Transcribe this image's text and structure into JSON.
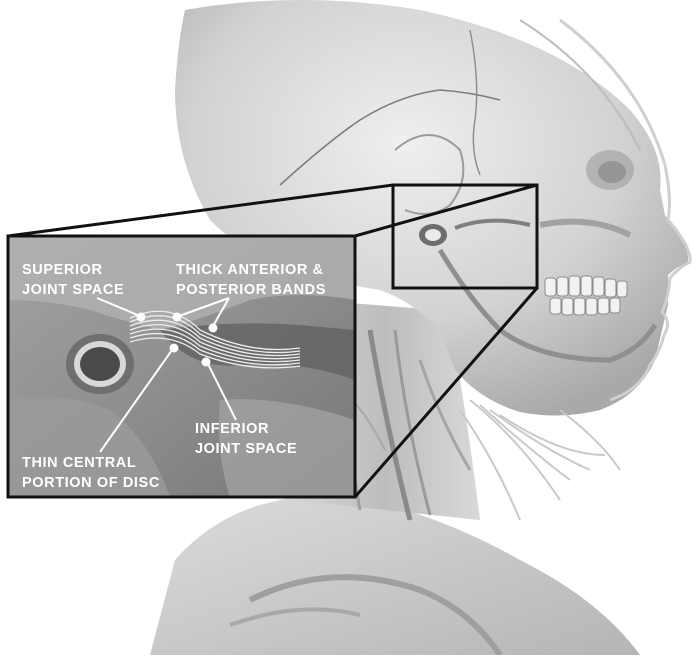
{
  "labels": {
    "superior_joint_space": [
      "SUPERIOR",
      "JOINT SPACE"
    ],
    "thick_bands": [
      "THICK ANTERIOR &",
      "POSTERIOR BANDS"
    ],
    "inferior_joint_space": [
      "INFERIOR",
      "JOINT SPACE"
    ],
    "thin_central": [
      "THIN CENTRAL",
      "PORTION OF DISC"
    ]
  },
  "colors": {
    "background": "#ffffff",
    "frame": "#111111",
    "label_text": "#ffffff",
    "inset_fill": "#8f8f8f"
  }
}
